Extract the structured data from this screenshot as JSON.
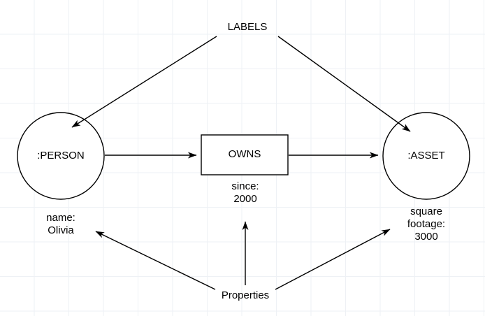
{
  "diagram": {
    "title_node": {
      "label": "LABELS"
    },
    "nodes": [
      {
        "id": "person",
        "label": ":PERSON",
        "shape": "circle"
      },
      {
        "id": "owns",
        "label": "OWNS",
        "shape": "rectangle"
      },
      {
        "id": "asset",
        "label": ":ASSET",
        "shape": "circle"
      }
    ],
    "property_labels": [
      {
        "id": "person-property",
        "text": "name:\nOlivia"
      },
      {
        "id": "relationship-property",
        "text": "since:\n2000"
      },
      {
        "id": "asset-property",
        "text": "square\nfootage:\n3000"
      }
    ],
    "properties_node": {
      "label": "Properties"
    },
    "colors": {
      "stroke": "#000000",
      "node_fill": "#ffffff",
      "grid": "#eef1f5",
      "background": "#ffffff"
    }
  }
}
